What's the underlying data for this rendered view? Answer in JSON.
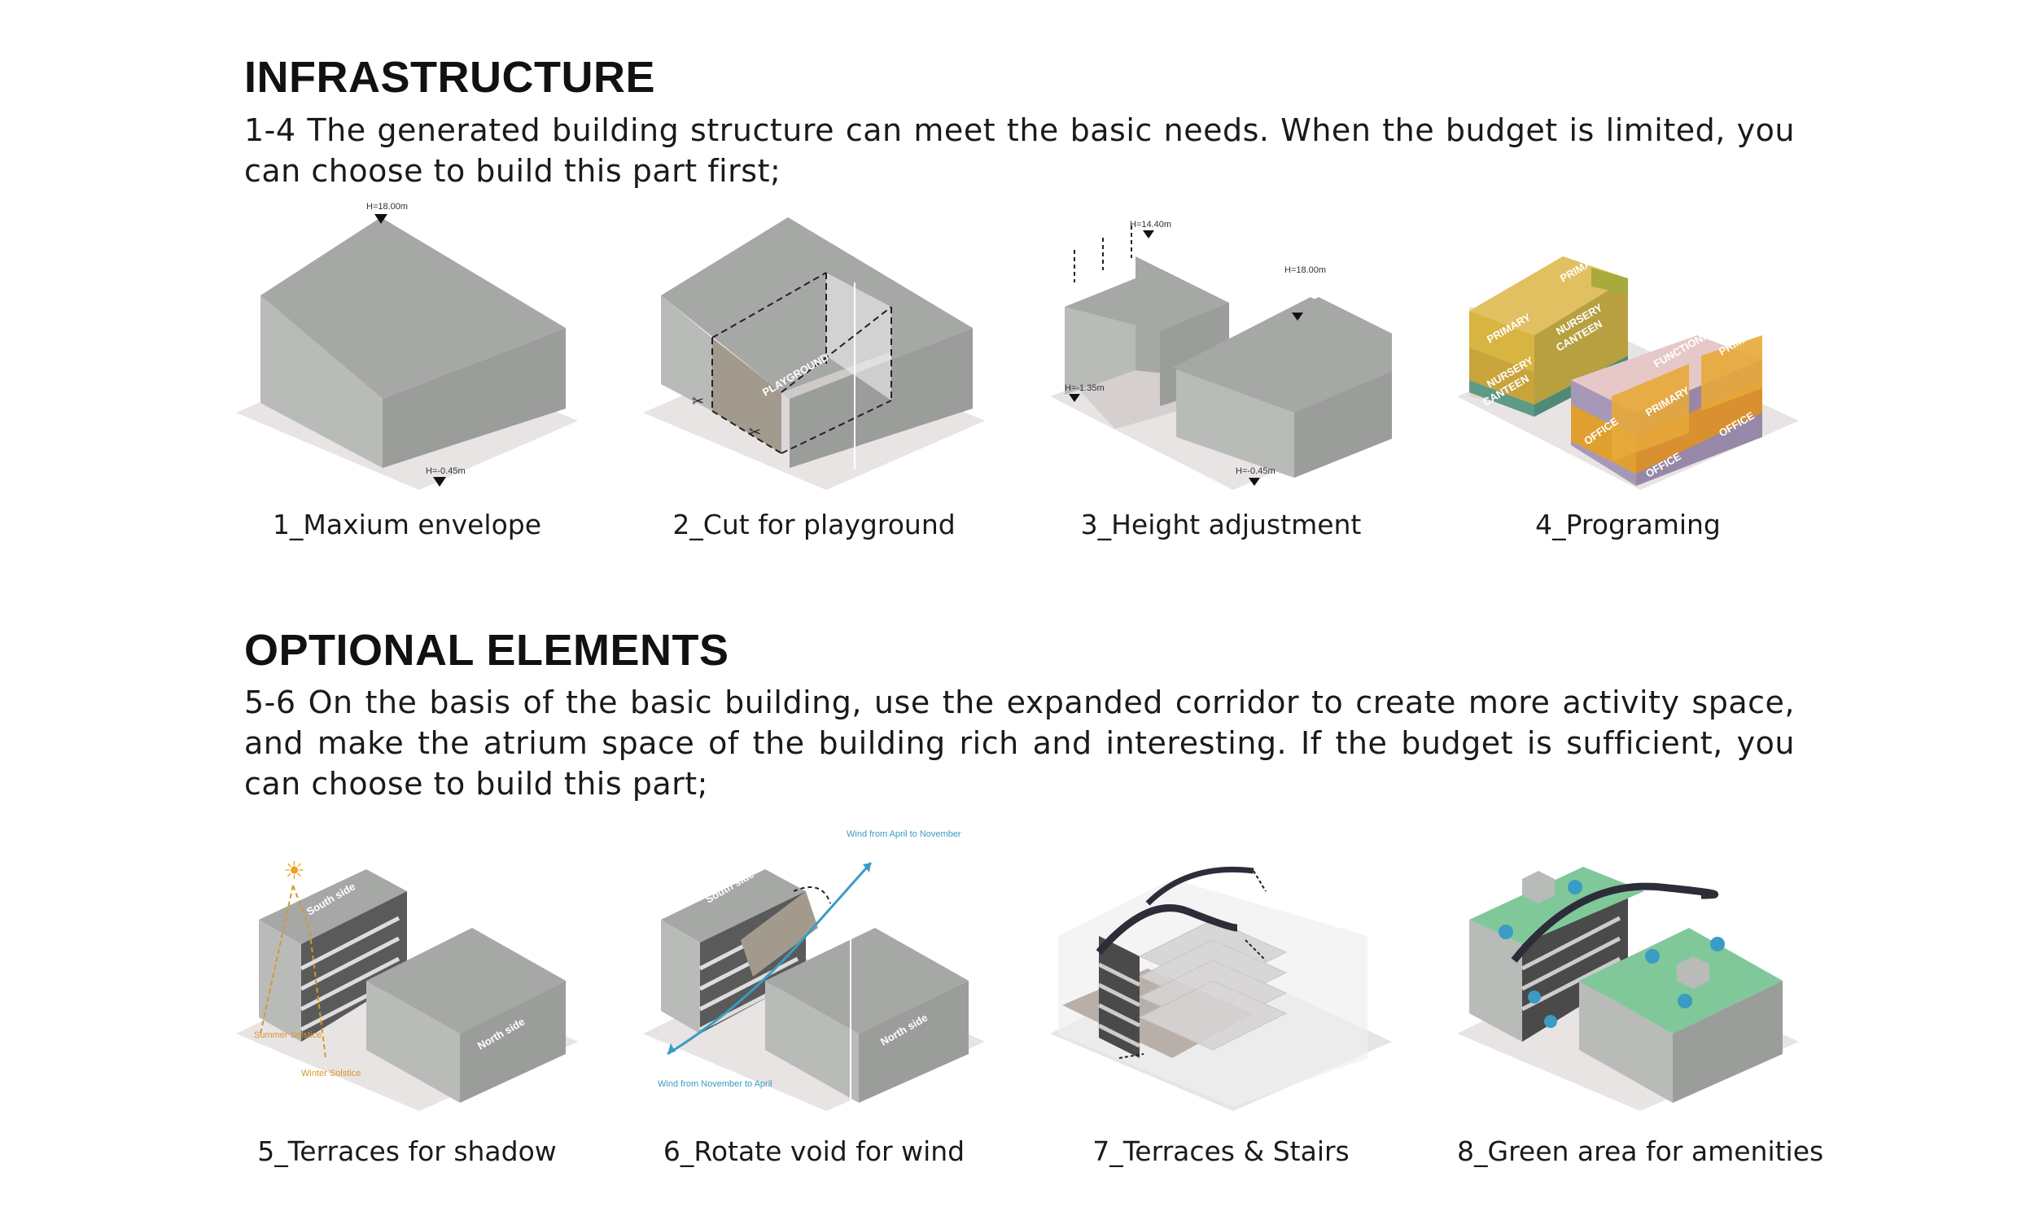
{
  "infrastructure": {
    "title": "INFRASTRUCTURE",
    "description": "1-4 The generated building structure can meet the basic needs. When the budget is limited, you can choose to build this part first;",
    "panels": [
      {
        "caption": "1_Maxium envelope",
        "labels": [
          "H=18.00m",
          "H=-0.45m"
        ]
      },
      {
        "caption": "2_Cut for playground",
        "labels": [
          "PLAYGROUND"
        ]
      },
      {
        "caption": "3_Height adjustment",
        "labels": [
          "H=14.40m",
          "H=18.00m",
          "H=-1.35m",
          "H=-0.45m"
        ]
      },
      {
        "caption": "4_Programing",
        "labels": [
          "PRIMARY",
          "PRIMARY",
          "NURSERY",
          "NURSERY",
          "CANTEEN",
          "CANTEEN",
          "FUNCTIONAL",
          "PRIMARY",
          "PRIMARY",
          "OFFICE",
          "OFFICE",
          "OFFICE"
        ]
      }
    ]
  },
  "optional": {
    "title": "OPTIONAL ELEMENTS",
    "description": "5-6 On the basis of the basic building, use the expanded corridor to create more activity space, and make the atrium space of the building rich and interesting. If the budget is sufficient, you can choose to build this part;",
    "panels": [
      {
        "caption": "5_Terraces for shadow",
        "labels": [
          "South side",
          "North side",
          "Summer Solstice",
          "Winter Solstice"
        ]
      },
      {
        "caption": "6_Rotate void for wind",
        "labels": [
          "South side",
          "North side",
          "Wind from April to November",
          "Wind from November to April"
        ]
      },
      {
        "caption": "7_Terraces & Stairs",
        "labels": []
      },
      {
        "caption": "8_Green area for amenities",
        "labels": []
      }
    ]
  },
  "colors": {
    "block_top": "#a6a8a6",
    "block_left": "#b9bbb9",
    "block_right": "#9b9d9b",
    "ground": "#e6e2e2",
    "primary_yellow": "#c9a43a",
    "nursery_olive": "#a8aa3c",
    "canteen_teal": "#5f9a86",
    "office_purple": "#a898b8",
    "functional_pink": "#e6c8c8",
    "green_roof": "#80c89a",
    "wind_blue": "#3a9bc4",
    "sun_orange": "#f0a020"
  }
}
